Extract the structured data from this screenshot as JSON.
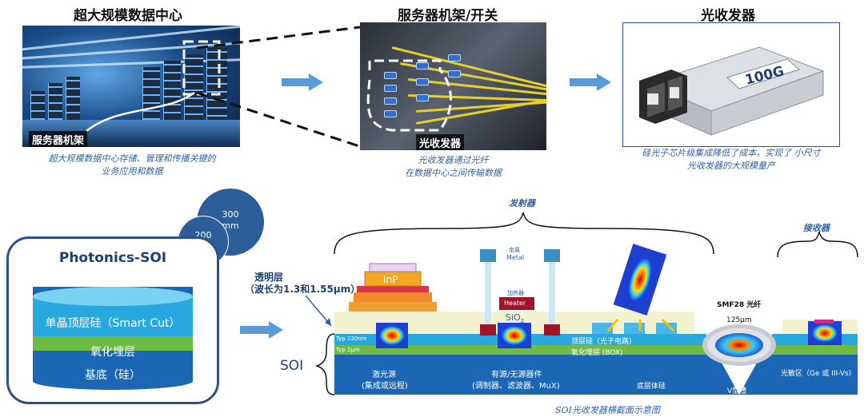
{
  "top": {
    "panel1": {
      "title": "超大规模数据中心",
      "overlay_label": "服务器机架",
      "caption_line1": "超大规模数据中心存储、管理和传播关键的",
      "caption_line2": "业务应用和数据"
    },
    "panel2": {
      "title": "服务器机架/开关",
      "overlay_label": "光收发器",
      "caption_line1": "光收发器通过光纤",
      "caption_line2": "在数据中心之间传输数据"
    },
    "panel3": {
      "title": "光收发器",
      "module_text": "100G",
      "caption_line1": "硅光子芯片级集成降低了成本，实现了 小尺寸",
      "caption_line2": "光收发器的大规模量产"
    }
  },
  "soi_stack": {
    "title": "Photonics-SOI",
    "layer_top": "单晶顶层硅（Smart Cut）",
    "layer_mid": "氧化埋层",
    "layer_bottom": "基底（硅）",
    "wafer_small": "200\nmm",
    "wafer_large": "300\nmm"
  },
  "cross_section": {
    "transmitter": "发射器",
    "receiver": "接收器",
    "transparent_layer_line1": "透明层",
    "transparent_layer_line2": "（波长为1.3和1.55μm）",
    "soi": "SOI",
    "inp": "InP",
    "metal_cn": "金属",
    "metal_en": "Metal",
    "heater_cn": "加热器",
    "heater_en": "Heater",
    "sio2": "SiO",
    "sio2_sub": "2",
    "typ220": "Typ 220nm",
    "typ2um": "Typ 2μm",
    "top_si": "顶层硅（光子电路）",
    "box": "氧化埋层 (BOX)",
    "laser_line1": "激光源",
    "laser_line2": "(集成或远程)",
    "devices_line1": "有源/无源器件",
    "devices_line2": "(调制器、滤波器、MuX)",
    "bottom_si": "底层体硅",
    "smf": "SMF28 光纤",
    "fiber_size": "125μm",
    "vgroove": "V型槽",
    "detector": "光敏区（Ge 或 III-Vs)",
    "caption": "SOI光收发器横截面示意图"
  },
  "colors": {
    "accent_blue": "#2f5fa8",
    "arrow_blue": "#5b9bd5",
    "frame_blue": "#2b4f8f",
    "top_si_blue": "#1aa7e0",
    "box_green": "#6dbb45",
    "bulk_blue": "#1b66b5"
  }
}
